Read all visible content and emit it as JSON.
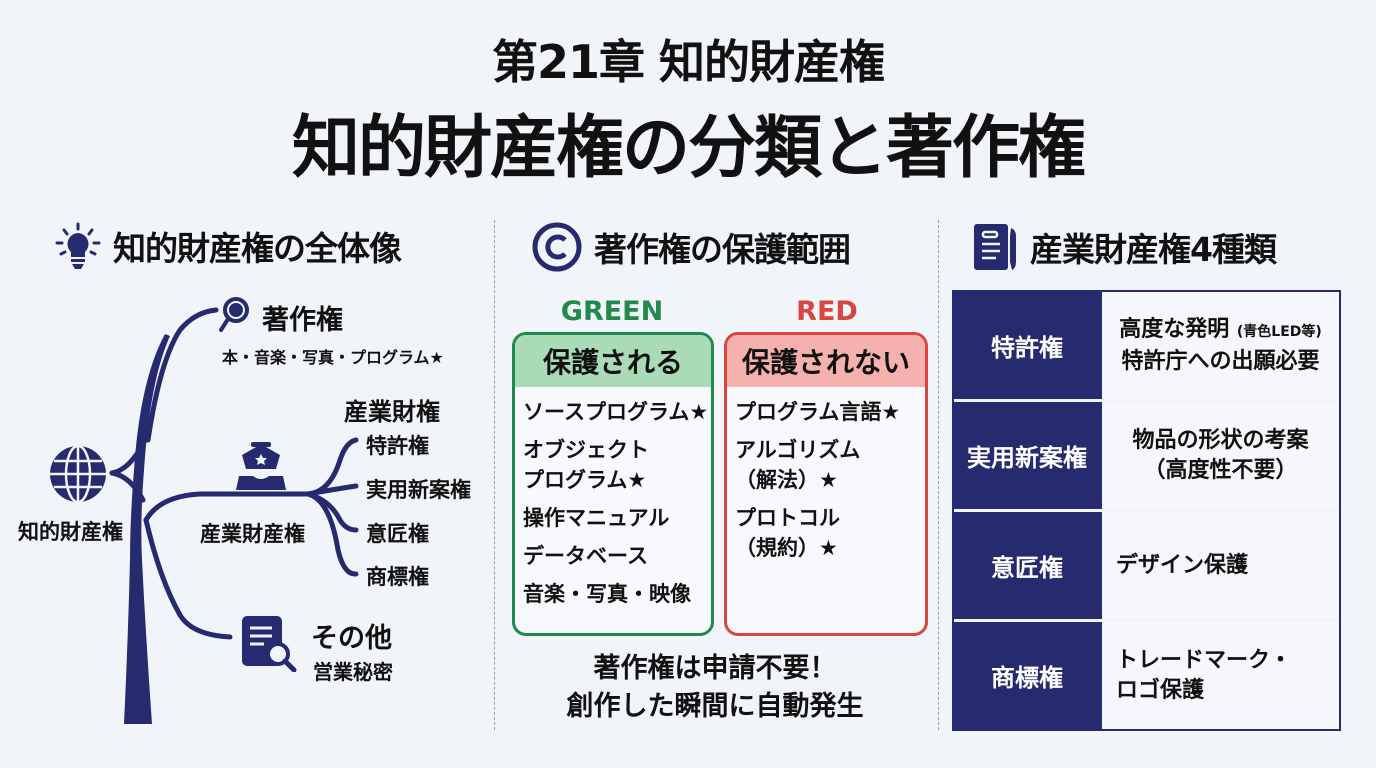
{
  "header": {
    "chapter": "第21章 知的財産権",
    "title": "知的財産権の分類と著作権"
  },
  "colors": {
    "navy": "#262a6e",
    "green": "#1f8a4c",
    "green_header": "#a8dbb6",
    "red": "#d9463f",
    "red_header": "#f5b1ae",
    "background": "#f1f4f9"
  },
  "left": {
    "title": "知的財産権の全体像",
    "title_icon": "lightbulb-icon",
    "root": {
      "label": "知的財産権",
      "icon": "globe-icon"
    },
    "copyright": {
      "label": "著作権",
      "icon": "magnifier-icon",
      "sub": "本・音楽・写真・プログラム★"
    },
    "industrial": {
      "label": "産業財産権",
      "icon": "industry-icon",
      "group_label": "産業財権",
      "children": [
        "特許権",
        "実用新案権",
        "意匠権",
        "商標権"
      ]
    },
    "other": {
      "label": "その他",
      "icon": "document-search-icon",
      "sub": "営業秘密"
    }
  },
  "middle": {
    "title": "著作権の保護範囲",
    "title_icon": "copyright-icon",
    "green": {
      "label": "GREEN",
      "header": "保護される",
      "items": [
        "ソースプログラム★",
        "オブジェクト\nプログラム★",
        "操作マニュアル",
        "データベース",
        "音楽・写真・映像"
      ]
    },
    "red": {
      "label": "RED",
      "header": "保護されない",
      "items": [
        "プログラム言語★",
        "アルゴリズム\n（解法）★",
        "プロトコル\n（規約）★"
      ]
    },
    "note_line1": "著作権は申請不要！",
    "note_line2": "創作した瞬間に自動発生"
  },
  "right": {
    "title": "産業財産権4種類",
    "title_icon": "document-pen-icon",
    "rows": [
      {
        "name": "特許権",
        "line1": "高度な発明",
        "line1_small": "(青色LED等)",
        "line2": "特許庁への出願必要"
      },
      {
        "name": "実用新案権",
        "line1": "物品の形状の考案",
        "line2": "（高度性不要）"
      },
      {
        "name": "意匠権",
        "line1": "デザイン保護"
      },
      {
        "name": "商標権",
        "line1": "トレードマーク・",
        "line2": "ロゴ保護"
      }
    ]
  }
}
